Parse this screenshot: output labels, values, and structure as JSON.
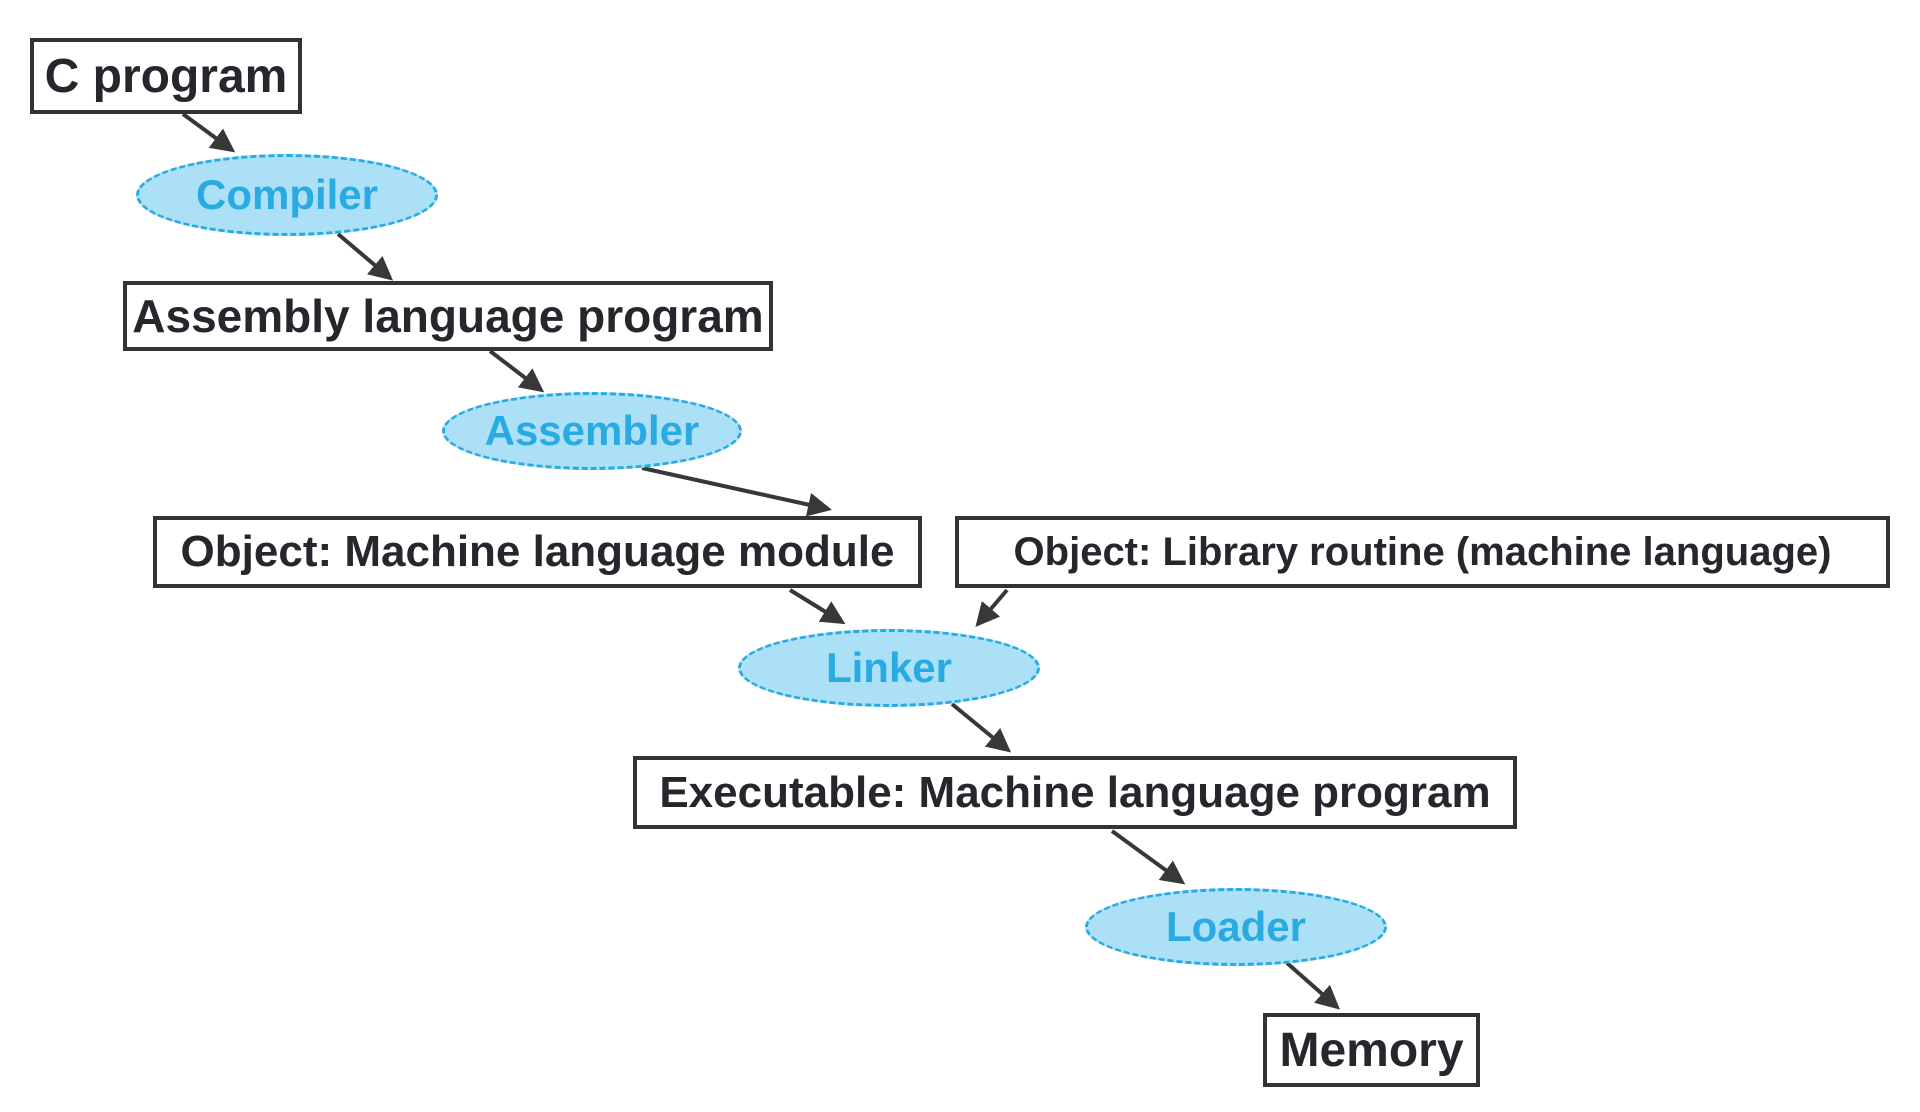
{
  "diagram": {
    "description": "Translation hierarchy flowchart from C program to memory",
    "colors": {
      "ellipse_fill": "#ace0f6",
      "ellipse_stroke": "#29abe2",
      "ellipse_text": "#29abe2",
      "box_border": "#333333",
      "box_text": "#26262c",
      "arrow": "#383838",
      "background": "#ffffff"
    },
    "nodes": [
      {
        "id": "c-program",
        "shape": "box",
        "label": "C program"
      },
      {
        "id": "compiler",
        "shape": "ellipse",
        "label": "Compiler"
      },
      {
        "id": "assembly",
        "shape": "box",
        "label": "Assembly language program"
      },
      {
        "id": "assembler",
        "shape": "ellipse",
        "label": "Assembler"
      },
      {
        "id": "object-module",
        "shape": "box",
        "label": "Object: Machine language module"
      },
      {
        "id": "object-library",
        "shape": "box",
        "label": "Object: Library routine (machine language)"
      },
      {
        "id": "linker",
        "shape": "ellipse",
        "label": "Linker"
      },
      {
        "id": "executable",
        "shape": "box",
        "label": "Executable: Machine language program"
      },
      {
        "id": "loader",
        "shape": "ellipse",
        "label": "Loader"
      },
      {
        "id": "memory",
        "shape": "box",
        "label": "Memory"
      }
    ],
    "edges": [
      {
        "from": "c-program",
        "to": "compiler"
      },
      {
        "from": "compiler",
        "to": "assembly"
      },
      {
        "from": "assembly",
        "to": "assembler"
      },
      {
        "from": "assembler",
        "to": "object-module"
      },
      {
        "from": "object-module",
        "to": "linker"
      },
      {
        "from": "object-library",
        "to": "linker"
      },
      {
        "from": "linker",
        "to": "executable"
      },
      {
        "from": "executable",
        "to": "loader"
      },
      {
        "from": "loader",
        "to": "memory"
      }
    ]
  }
}
